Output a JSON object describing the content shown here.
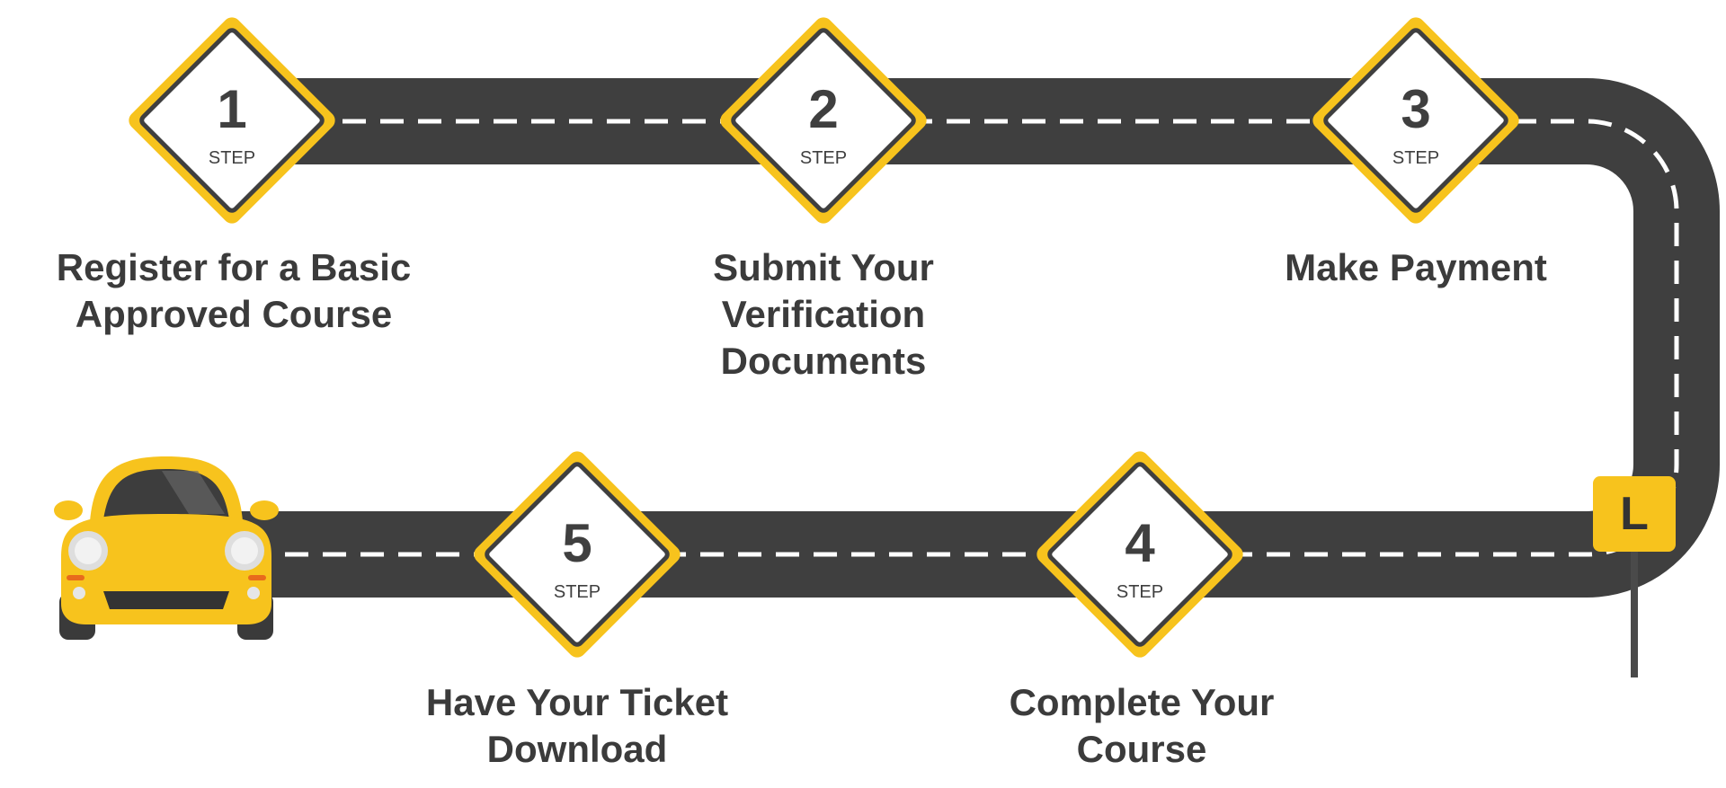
{
  "colors": {
    "road": "#3f3f3f",
    "lane_marking": "#ffffff",
    "sign_border": "#f7c31d",
    "sign_fill": "#ffffff",
    "text": "#3b3b3b",
    "car_body": "#f7c31d"
  },
  "steps": [
    {
      "number": "1",
      "label": "STEP",
      "caption_lines": [
        "Register for a Basic",
        "Approved Course"
      ]
    },
    {
      "number": "2",
      "label": "STEP",
      "caption_lines": [
        "Submit Your Verification",
        "Documents"
      ]
    },
    {
      "number": "3",
      "label": "STEP",
      "caption_lines": [
        "Make Payment"
      ]
    },
    {
      "number": "4",
      "label": "STEP",
      "caption_lines": [
        "Complete Your Course"
      ]
    },
    {
      "number": "5",
      "label": "STEP",
      "caption_lines": [
        "Have Your Ticket",
        "Download"
      ]
    }
  ],
  "learner_sign": {
    "letter": "L"
  },
  "icons": {
    "car": "car-front-icon",
    "learner_plate": "learner-plate-icon"
  }
}
